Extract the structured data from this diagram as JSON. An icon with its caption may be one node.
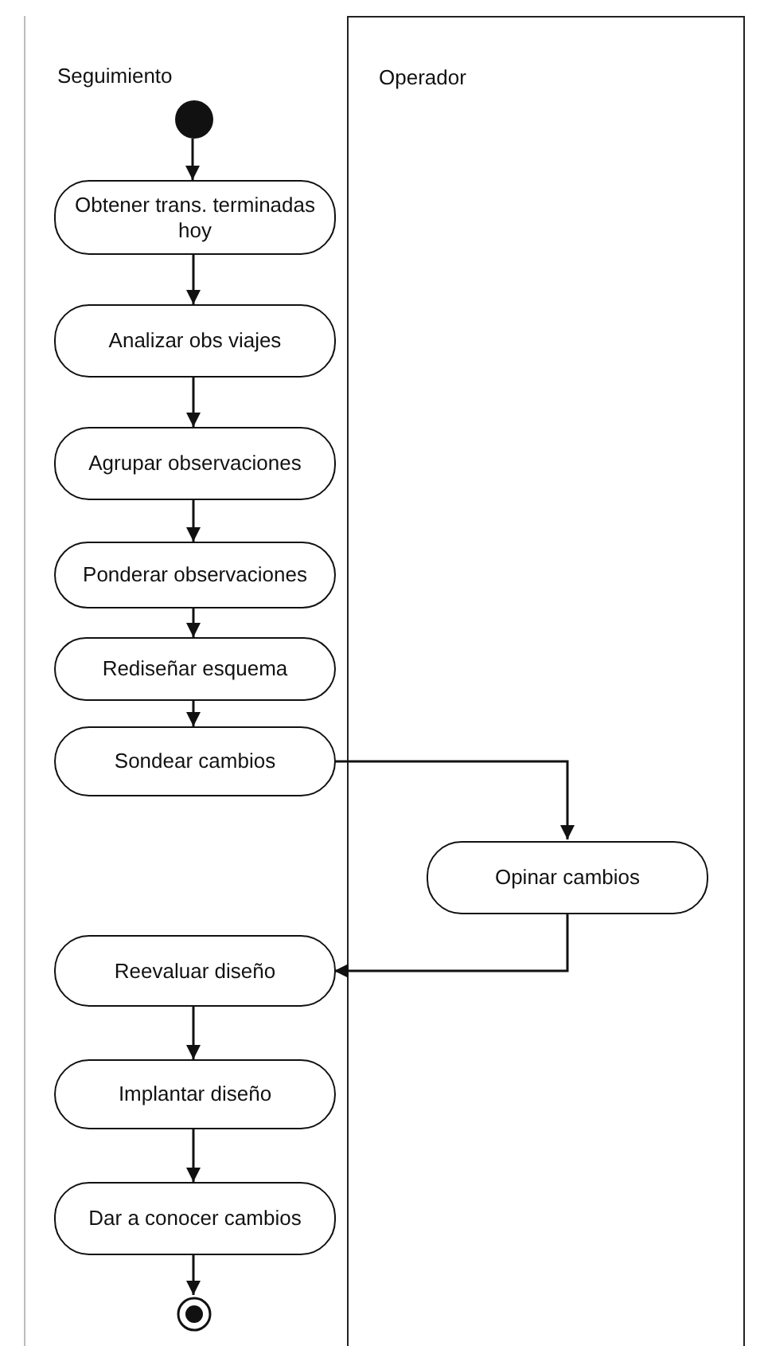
{
  "diagram": {
    "nodes": [
      {
        "text": [
          "Seguimiento"
        ]
      },
      {
        "text": [
          "Operador"
        ]
      },
      {
        "text": [],
        "shape": "circle",
        "in": 0
      },
      {
        "text": [
          "Obtener trans. terminadas hoy"
        ],
        "in": 0
      },
      {
        "text": [
          "Analizar obs viajes"
        ],
        "in": 0
      },
      {
        "text": [
          "Agrupar observaciones"
        ],
        "in": 0
      },
      {
        "text": [
          "Ponderar observaciones"
        ],
        "in": 0
      },
      {
        "text": [
          "Rediseñar esquema"
        ],
        "in": 0
      },
      {
        "text": [
          "Sondear cambios"
        ],
        "in": 0
      },
      {
        "text": [
          "Opinar cambios"
        ],
        "in": 1
      },
      {
        "text": [
          "Reevaluar diseño"
        ],
        "in": 0
      },
      {
        "text": [
          "Implantar diseño"
        ],
        "in": 0
      },
      {
        "text": [
          "Dar a conocer cambios"
        ],
        "in": 0
      },
      {
        "text": [],
        "shape": "circle",
        "in": 0
      }
    ],
    "edges": [
      {
        "from": 2,
        "to": 3,
        "arrow": "to"
      },
      {
        "from": 3,
        "to": 4,
        "arrow": "to"
      },
      {
        "from": 4,
        "to": 5,
        "arrow": "to"
      },
      {
        "from": 5,
        "to": 6,
        "arrow": "to"
      },
      {
        "from": 6,
        "to": 7,
        "arrow": "to"
      },
      {
        "from": 7,
        "to": 8,
        "arrow": "to"
      },
      {
        "from": 8,
        "to": 9,
        "arrow": "to"
      },
      {
        "from": 9,
        "to": 10,
        "arrow": "to"
      },
      {
        "from": 10,
        "to": 11,
        "arrow": "to"
      },
      {
        "from": 11,
        "to": 12,
        "arrow": "to"
      },
      {
        "from": 12,
        "to": 13,
        "arrow": "to"
      }
    ]
  }
}
